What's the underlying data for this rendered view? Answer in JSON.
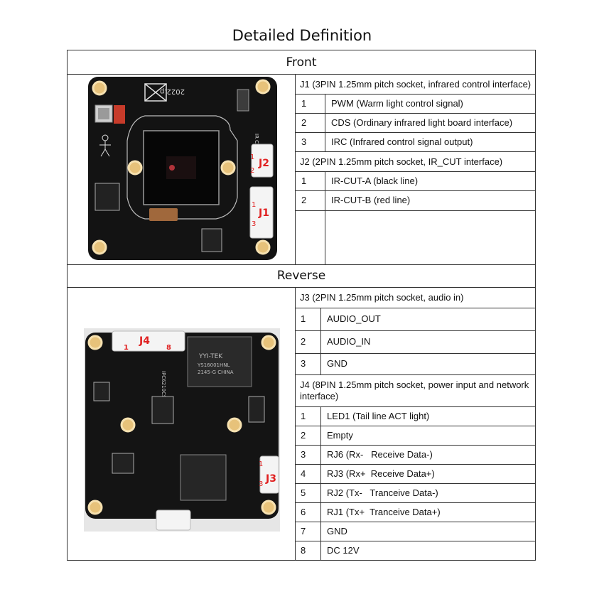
{
  "title": "Detailed Definition",
  "front": {
    "heading": "Front",
    "board_text": {
      "date": "2022.p",
      "label_ir": "IR CUT",
      "j2": "J2",
      "j1": "J1",
      "p1": "1",
      "p2": "2",
      "p1b": "1",
      "p3": "3"
    },
    "j1_header": "J1 (3PIN 1.25mm pitch socket, infrared control interface)",
    "j1_rows": [
      {
        "num": "1",
        "desc": "PWM (Warm light control signal)"
      },
      {
        "num": "2",
        "desc": "CDS (Ordinary infrared light board interface)"
      },
      {
        "num": "3",
        "desc": "IRC (Infrared control signal output)"
      }
    ],
    "j2_header": "J2 (2PIN 1.25mm pitch socket, IR_CUT interface)",
    "j2_rows": [
      {
        "num": "1",
        "desc": "IR-CUT-A (black line)"
      },
      {
        "num": "2",
        "desc": "IR-CUT-B (red line)"
      }
    ]
  },
  "reverse": {
    "heading": "Reverse",
    "board_text": {
      "j4": "J4",
      "p1": "1",
      "p8": "8",
      "j3": "J3",
      "p31": "1",
      "p33": "3",
      "chip1": "YYI-TEK",
      "chip2": "YS16001HNL",
      "chip3": "2145-G CHINA",
      "pcb": "IPC6210CS V1.01"
    },
    "j3_header": "J3 (2PIN 1.25mm pitch socket, audio in)",
    "j3_rows": [
      {
        "num": "1",
        "desc": "AUDIO_OUT"
      },
      {
        "num": "2",
        "desc": "AUDIO_IN"
      },
      {
        "num": "3",
        "desc": "GND"
      }
    ],
    "j4_header": "J4 (8PIN 1.25mm pitch socket, power input and network interface)",
    "j4_rows": [
      {
        "num": "1",
        "desc": "LED1 (Tail line ACT light)"
      },
      {
        "num": "2",
        "desc": "Empty"
      },
      {
        "num": "3",
        "desc": "RJ6 (Rx-   Receive Data-)"
      },
      {
        "num": "4",
        "desc": "RJ3 (Rx+  Receive Data+)"
      },
      {
        "num": "5",
        "desc": "RJ2 (Tx-   Tranceive Data-)"
      },
      {
        "num": "6",
        "desc": "RJ1 (Tx+  Tranceive Data+)"
      },
      {
        "num": "7",
        "desc": "GND"
      },
      {
        "num": "8",
        "desc": "DC 12V"
      }
    ]
  },
  "colors": {
    "pcb": "#141414",
    "label_red": "#e02020",
    "line": "#333333"
  }
}
